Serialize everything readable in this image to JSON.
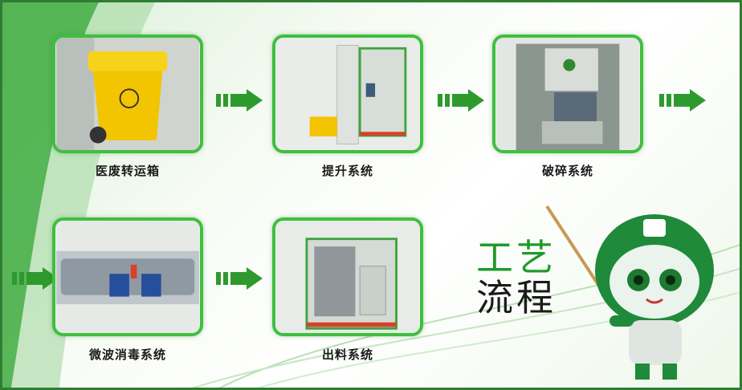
{
  "diagram": {
    "heading_line1": "工艺",
    "heading_line2": "流程",
    "steps": [
      {
        "label": "医废转运箱"
      },
      {
        "label": "提升系统"
      },
      {
        "label": "破碎系统"
      },
      {
        "label": "微波消毒系统"
      },
      {
        "label": "出料系统"
      }
    ]
  },
  "colors": {
    "border": "#3fbf3f",
    "arrow": "#2e9a2e",
    "heading_green": "#1f9a2a",
    "frame": "#2f7d32"
  }
}
